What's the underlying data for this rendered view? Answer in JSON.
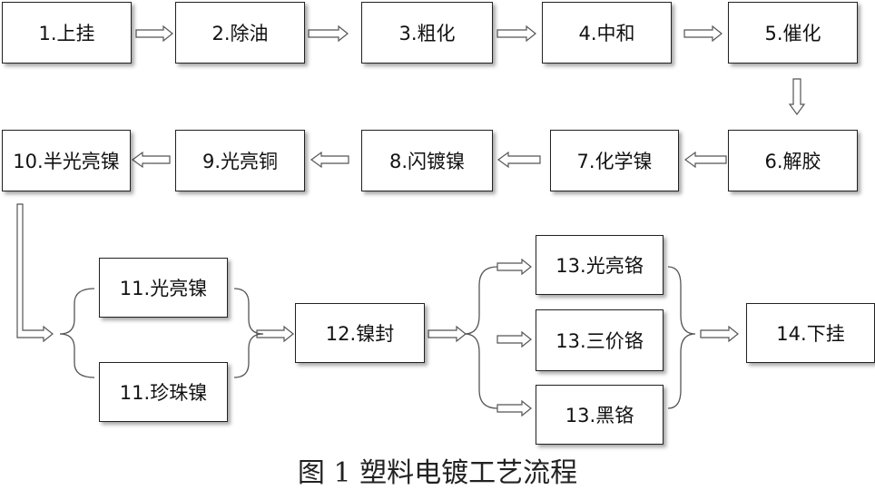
{
  "steps": {
    "s1": "1.上挂",
    "s2": "2.除油",
    "s3": "3.粗化",
    "s4": "4.中和",
    "s5": "5.催化",
    "s6": "6.解胶",
    "s7": "7.化学镍",
    "s8": "8.闪镀镍",
    "s9": "9.光亮铜",
    "s10": "10.半光亮镍",
    "s11a": "11.光亮镍",
    "s11b": "11.珍珠镍",
    "s12": "12.镍封",
    "s13a": "13.光亮铬",
    "s13b": "13.三价铬",
    "s13c": "13.黑铬",
    "s14": "14.下挂"
  },
  "caption": "图 1  塑料电镀工艺流程"
}
